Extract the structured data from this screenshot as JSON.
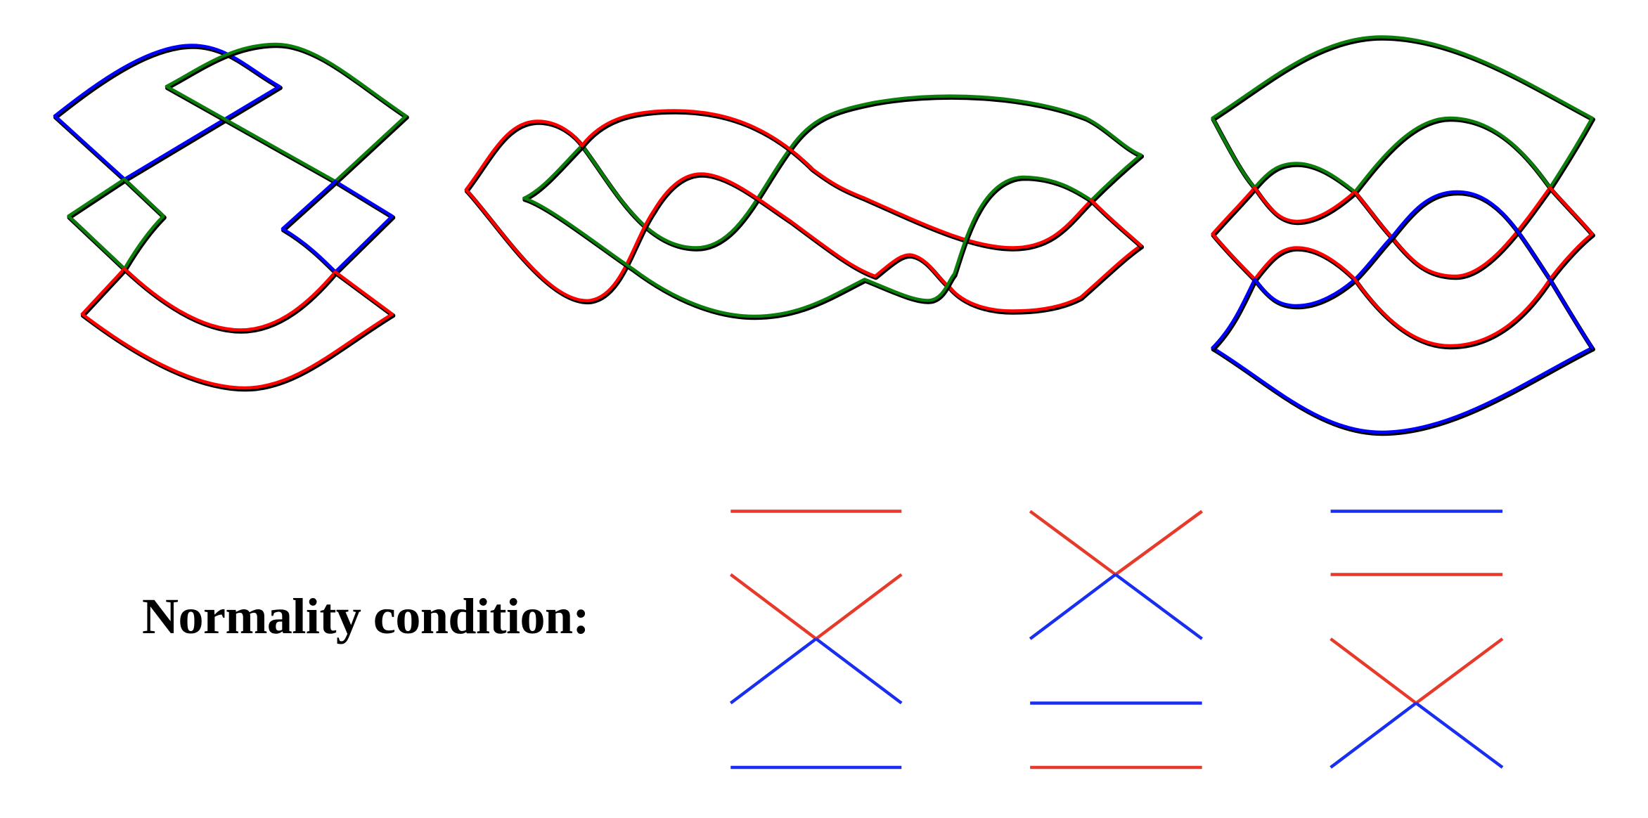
{
  "normality_label": "Normality condition:",
  "colors": {
    "red": "#ff0000",
    "green": "#0a7d0a",
    "blue": "#0000ff",
    "outline": "#000000",
    "normality_red": "#e83a2a",
    "normality_blue": "#1a2ef0"
  },
  "figures": [
    "front-diagram-left",
    "front-diagram-middle",
    "front-diagram-right"
  ],
  "normality_cases": [
    "case-1",
    "case-2",
    "case-3"
  ]
}
